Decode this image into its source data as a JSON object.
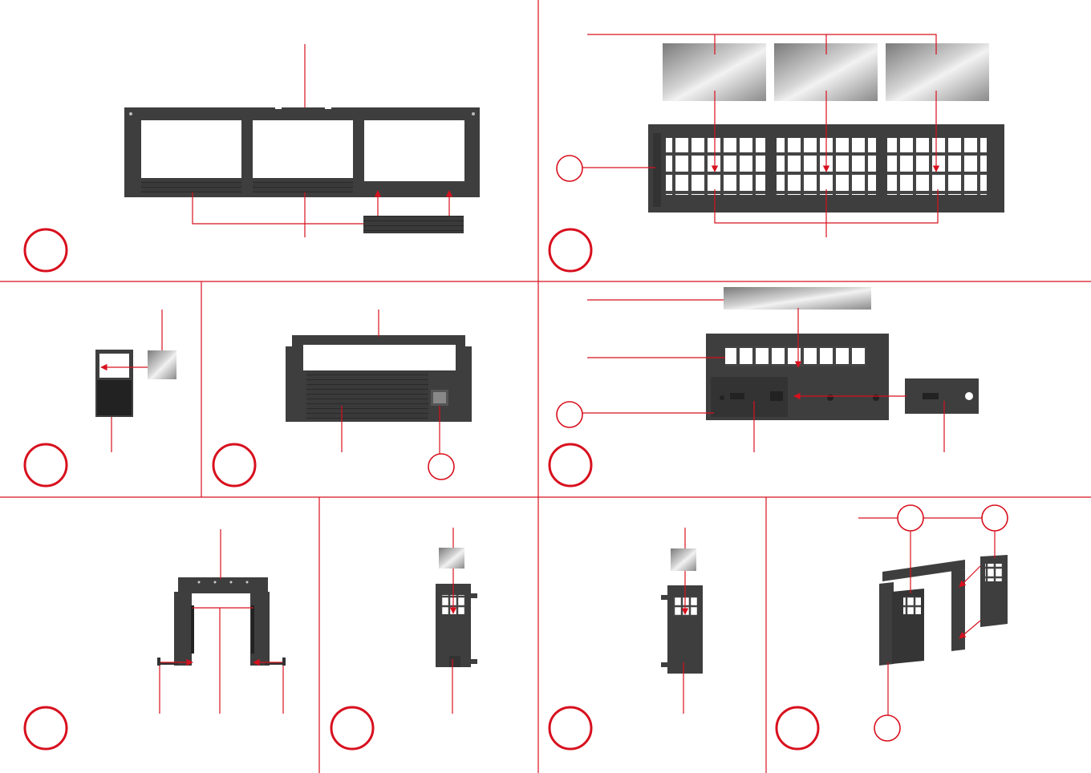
{
  "sheet": {
    "accent_color": "#d8101e",
    "part_color": "#3e3e3e",
    "glass_color": "#b8b8b8",
    "panels": [
      {
        "id": "step-a",
        "callouts": [
          "step-circle"
        ]
      },
      {
        "id": "step-b",
        "callouts": [
          "step-circle",
          "side-marker-circle"
        ]
      },
      {
        "id": "step-c",
        "callouts": [
          "step-circle"
        ]
      },
      {
        "id": "step-d",
        "callouts": [
          "step-circle",
          "door-marker-circle"
        ]
      },
      {
        "id": "step-e",
        "callouts": [
          "step-circle",
          "side-marker-circle"
        ]
      },
      {
        "id": "step-f",
        "callouts": [
          "step-circle"
        ]
      },
      {
        "id": "step-g",
        "callouts": [
          "step-circle"
        ]
      },
      {
        "id": "step-h",
        "callouts": [
          "step-circle"
        ]
      },
      {
        "id": "step-i",
        "callouts": [
          "step-circle",
          "top-marker-left",
          "top-marker-right",
          "bottom-marker"
        ]
      }
    ]
  }
}
